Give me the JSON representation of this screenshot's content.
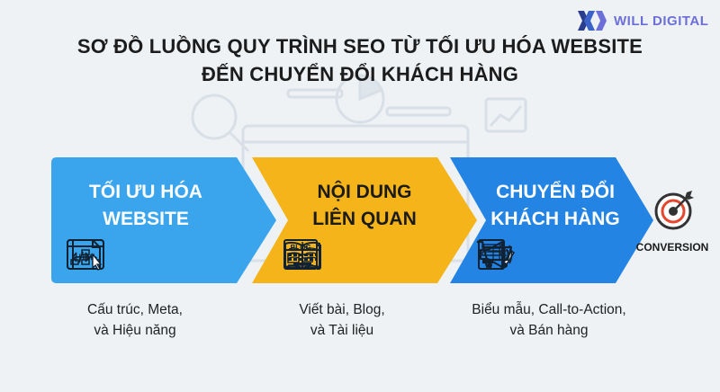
{
  "brand": {
    "name": "WILL DIGITAL",
    "color": "#6d6fd9"
  },
  "title": {
    "line1": "SƠ ĐỒ LUỒNG QUY TRÌNH SEO TỪ TỐI ƯU HÓA WEBSITE",
    "line2": "ĐẾN CHUYỂN ĐỔI KHÁCH HÀNG"
  },
  "steps": [
    {
      "label_line1": "TỐI ƯU HÓA",
      "label_line2": "WEBSITE",
      "color": "#3aa5ec",
      "icons": [
        "sitemap-icon",
        "html-file-icon",
        "code-window-icon"
      ],
      "caption_line1": "Cấu trúc, Meta,",
      "caption_line2": "và Hiệu năng"
    },
    {
      "label_line1": "NỘI DUNG",
      "label_line2": "LIÊN QUAN",
      "color": "#f4b41a",
      "icons": [
        "blog-news-icon",
        "keyboard-icon",
        "book-icon"
      ],
      "icon_text": "BLOG",
      "caption_line1": "Viết bài, Blog,",
      "caption_line2": "và Tài liệu"
    },
    {
      "label_line1": "CHUYỂN ĐỔI",
      "label_line2": "KHÁCH HÀNG",
      "color": "#2484e4",
      "icons": [
        "form-icon",
        "shopping-cart-icon",
        "megaphone-icon"
      ],
      "caption_line1": "Biểu mẫu, Call-to-Action,",
      "caption_line2": "và Bán hàng"
    }
  ],
  "end": {
    "label": "CONVERSION",
    "icon": "target-icon"
  }
}
